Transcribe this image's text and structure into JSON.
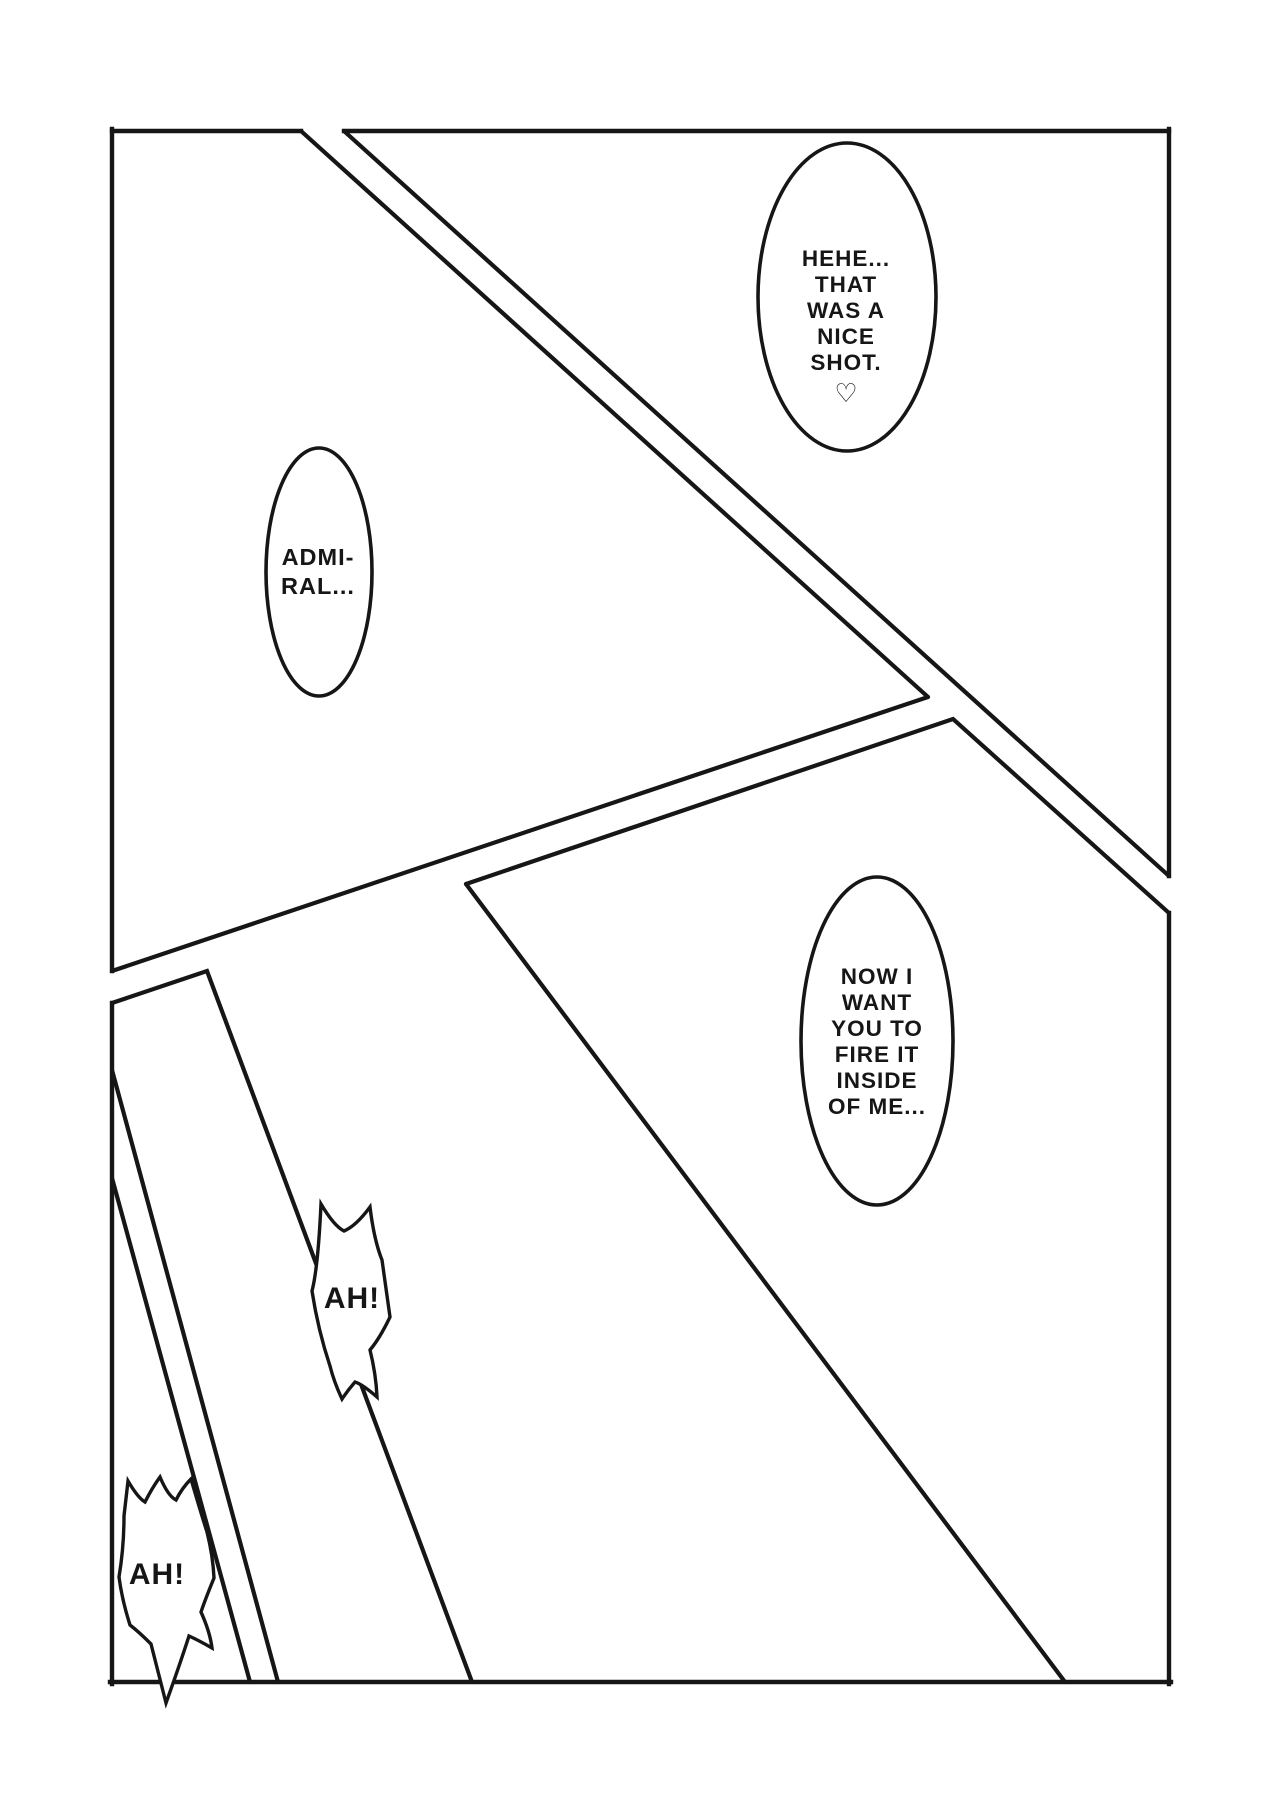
{
  "theme": {
    "paper": "#ffffff",
    "ink": "#161616"
  },
  "page_type_label": "manga page",
  "bubbles": {
    "hehe": {
      "lines": [
        "HEHE...",
        "THAT",
        "WAS A",
        "NICE",
        "SHOT."
      ],
      "heart": "♡"
    },
    "admiral": {
      "lines": [
        "ADMI-",
        "RAL..."
      ]
    },
    "fire": {
      "lines": [
        "NOW I",
        "WANT",
        "YOU TO",
        "FIRE IT",
        "INSIDE",
        "OF ME..."
      ]
    },
    "ah1": {
      "text": "AH!"
    },
    "ah2": {
      "text": "AH!"
    }
  }
}
